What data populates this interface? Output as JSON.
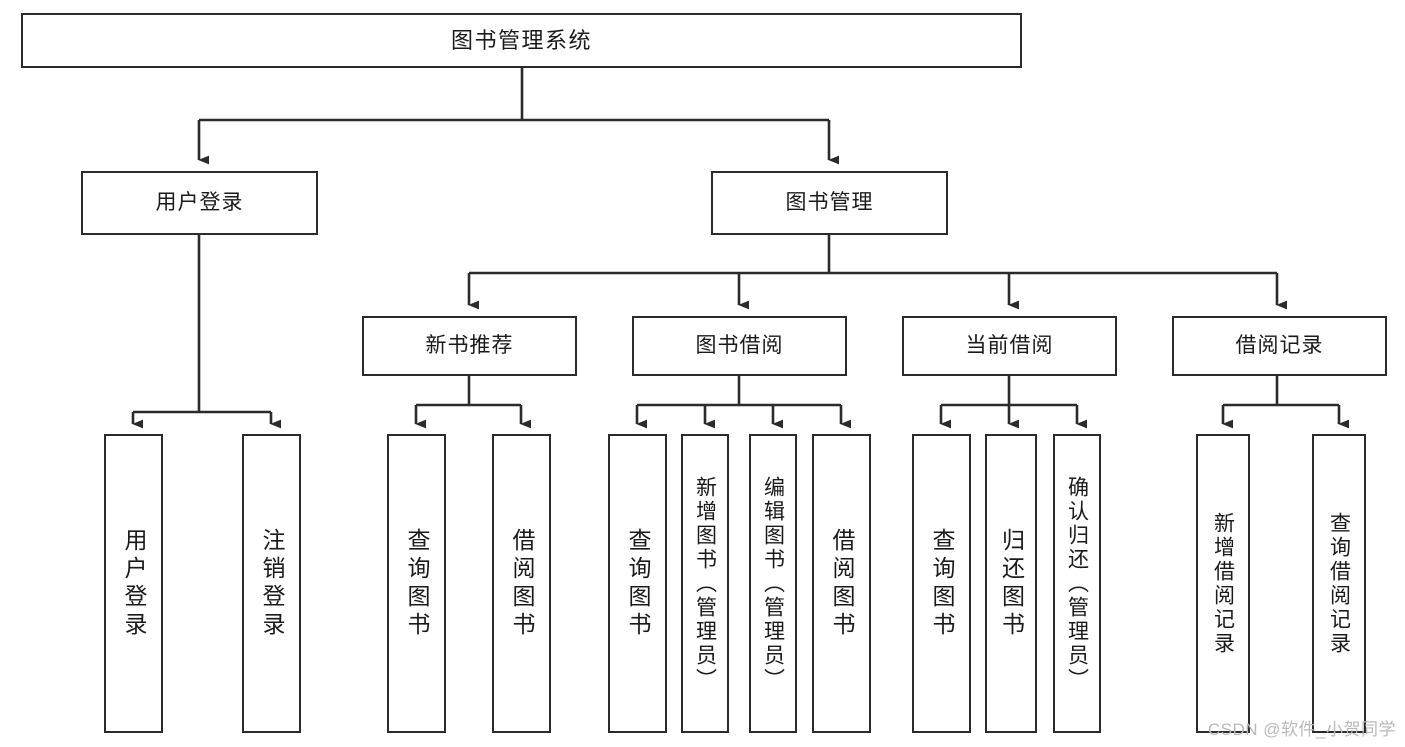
{
  "diagram": {
    "title": "图书管理系统",
    "type": "tree-hierarchy",
    "colors": {
      "box_border": "#2b2b2b",
      "box_fill": "#ffffff",
      "edge": "#2b2b2b",
      "background": "#ffffff",
      "watermark": "#b9b9b9"
    },
    "watermark": "CSDN @软件_小贺同学",
    "levels": {
      "root": "图书管理系统",
      "level2": [
        "用户登录",
        "图书管理"
      ],
      "level3": [
        "新书推荐",
        "图书借阅",
        "当前借阅",
        "借阅记录"
      ]
    },
    "nodes": {
      "root": {
        "label": "图书管理系统"
      },
      "user_login": {
        "label": "用户登录"
      },
      "book_manage": {
        "label": "图书管理"
      },
      "new_book_rec": {
        "label": "新书推荐"
      },
      "book_borrow": {
        "label": "图书借阅"
      },
      "current_borrow": {
        "label": "当前借阅"
      },
      "borrow_record": {
        "label": "借阅记录"
      },
      "leaf_user_login": {
        "label": "用户登录"
      },
      "leaf_logout": {
        "label": "注销登录"
      },
      "leaf_query_book_1": {
        "label": "查询图书"
      },
      "leaf_borrow_book_1": {
        "label": "借阅图书"
      },
      "leaf_query_book_2": {
        "label": "查询图书"
      },
      "leaf_add_book": {
        "label": "新增图书（管理员）"
      },
      "leaf_edit_book": {
        "label": "编辑图书（管理员）"
      },
      "leaf_borrow_book_2": {
        "label": "借阅图书"
      },
      "leaf_query_book_3": {
        "label": "查询图书"
      },
      "leaf_return_book": {
        "label": "归还图书"
      },
      "leaf_confirm_return": {
        "label": "确认归还（管理员）"
      },
      "leaf_add_record": {
        "label": "新增借阅记录"
      },
      "leaf_query_record": {
        "label": "查询借阅记录"
      }
    },
    "edges": [
      {
        "from": "root",
        "to": "user_login"
      },
      {
        "from": "root",
        "to": "book_manage"
      },
      {
        "from": "user_login",
        "to": "leaf_user_login"
      },
      {
        "from": "user_login",
        "to": "leaf_logout"
      },
      {
        "from": "book_manage",
        "to": "new_book_rec"
      },
      {
        "from": "book_manage",
        "to": "book_borrow"
      },
      {
        "from": "book_manage",
        "to": "current_borrow"
      },
      {
        "from": "book_manage",
        "to": "borrow_record"
      },
      {
        "from": "new_book_rec",
        "to": "leaf_query_book_1"
      },
      {
        "from": "new_book_rec",
        "to": "leaf_borrow_book_1"
      },
      {
        "from": "book_borrow",
        "to": "leaf_query_book_2"
      },
      {
        "from": "book_borrow",
        "to": "leaf_add_book"
      },
      {
        "from": "book_borrow",
        "to": "leaf_edit_book"
      },
      {
        "from": "book_borrow",
        "to": "leaf_borrow_book_2"
      },
      {
        "from": "current_borrow",
        "to": "leaf_query_book_3"
      },
      {
        "from": "current_borrow",
        "to": "leaf_return_book"
      },
      {
        "from": "current_borrow",
        "to": "leaf_confirm_return"
      },
      {
        "from": "borrow_record",
        "to": "leaf_add_record"
      },
      {
        "from": "borrow_record",
        "to": "leaf_query_record"
      }
    ]
  }
}
